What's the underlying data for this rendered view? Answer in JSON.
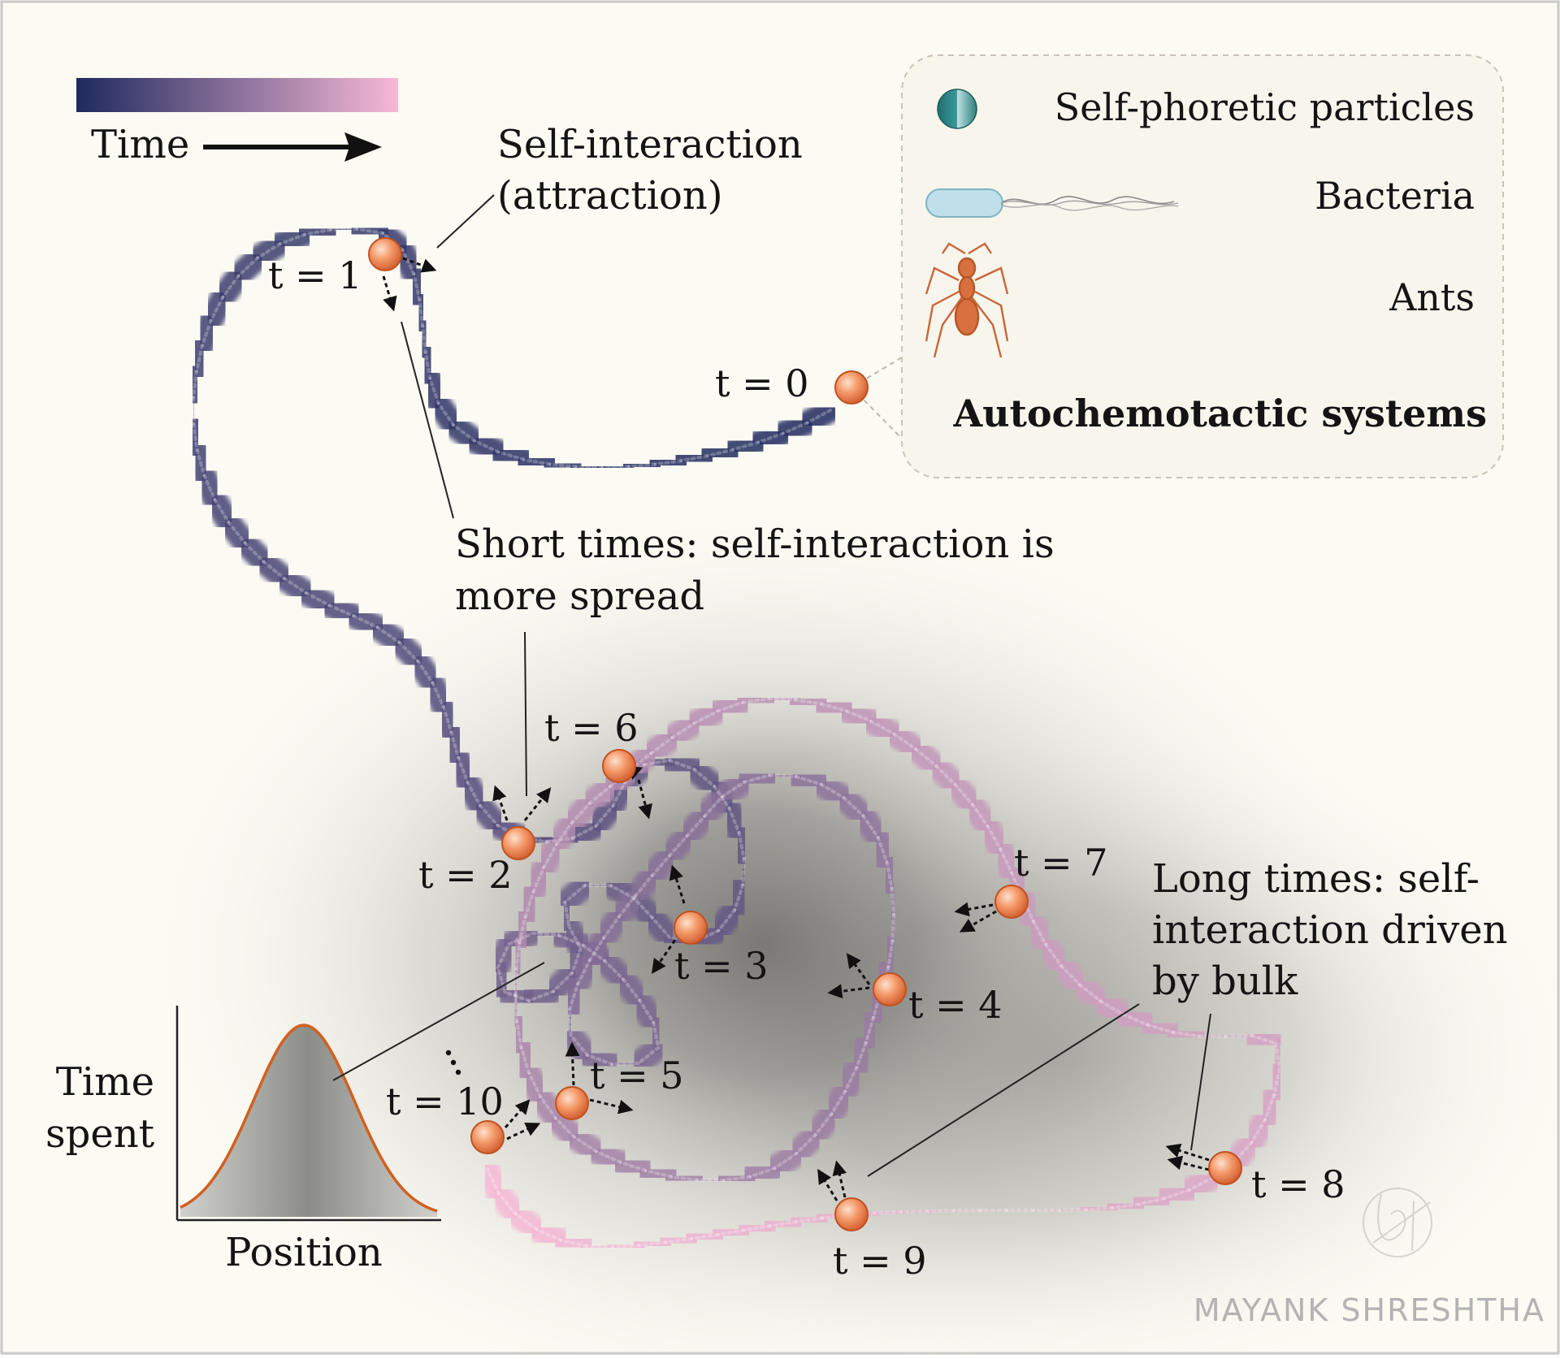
{
  "time_bar": {
    "label": "Time",
    "colors": {
      "start": "#1f2a5e",
      "end": "#f6b9d6"
    }
  },
  "annotations": {
    "self_interaction": [
      "Self-interaction",
      "(attraction)"
    ],
    "short_times": [
      "Short times: self-interaction is",
      "more spread"
    ],
    "long_times": [
      "Long times: self-",
      "interaction driven",
      "by bulk"
    ]
  },
  "time_labels": [
    "t = 0",
    "t = 1",
    "t = 2",
    "t = 3",
    "t = 4",
    "t = 5",
    "t = 6",
    "t = 7",
    "t = 8",
    "t = 9",
    "t = 10"
  ],
  "legend": {
    "items": [
      {
        "label": "Self-phoretic particles",
        "icon": "janus-particle-icon"
      },
      {
        "label": "Bacteria",
        "icon": "bacterium-icon"
      },
      {
        "label": "Ants",
        "icon": "ant-icon"
      }
    ],
    "heading": "Autochemotactic systems"
  },
  "inset": {
    "y_label": [
      "Time",
      "spent"
    ],
    "x_label": "Position",
    "curve_color": "#d2601f"
  },
  "particle_color": "#ef8a5a",
  "watermark": "MAYANK SHRESHTHA"
}
